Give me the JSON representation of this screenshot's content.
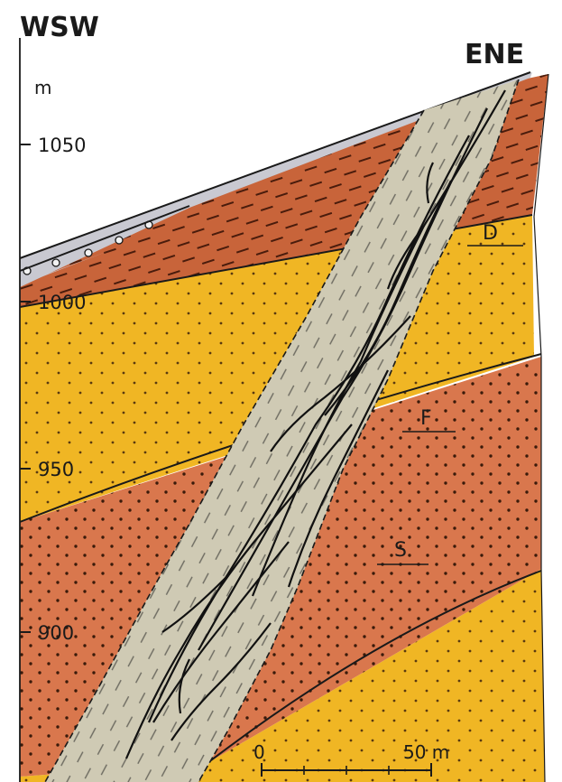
{
  "directions": {
    "left": "WSW",
    "right": "ENE"
  },
  "elevation_axis": {
    "unit": "m",
    "ticks": [
      "1050",
      "1000",
      "950",
      "900"
    ]
  },
  "unit_labels": [
    "D",
    "F",
    "S"
  ],
  "scale_bar": {
    "start": "0",
    "end": "50 m"
  },
  "colors": {
    "overburden": "#c9c9d1",
    "red_layer_dark": "#c8643a",
    "red_layer": "#d9774d",
    "yellow_layer": "#f0b624",
    "fault_zone": "#cfcab4",
    "outline": "#1a1a1a"
  }
}
